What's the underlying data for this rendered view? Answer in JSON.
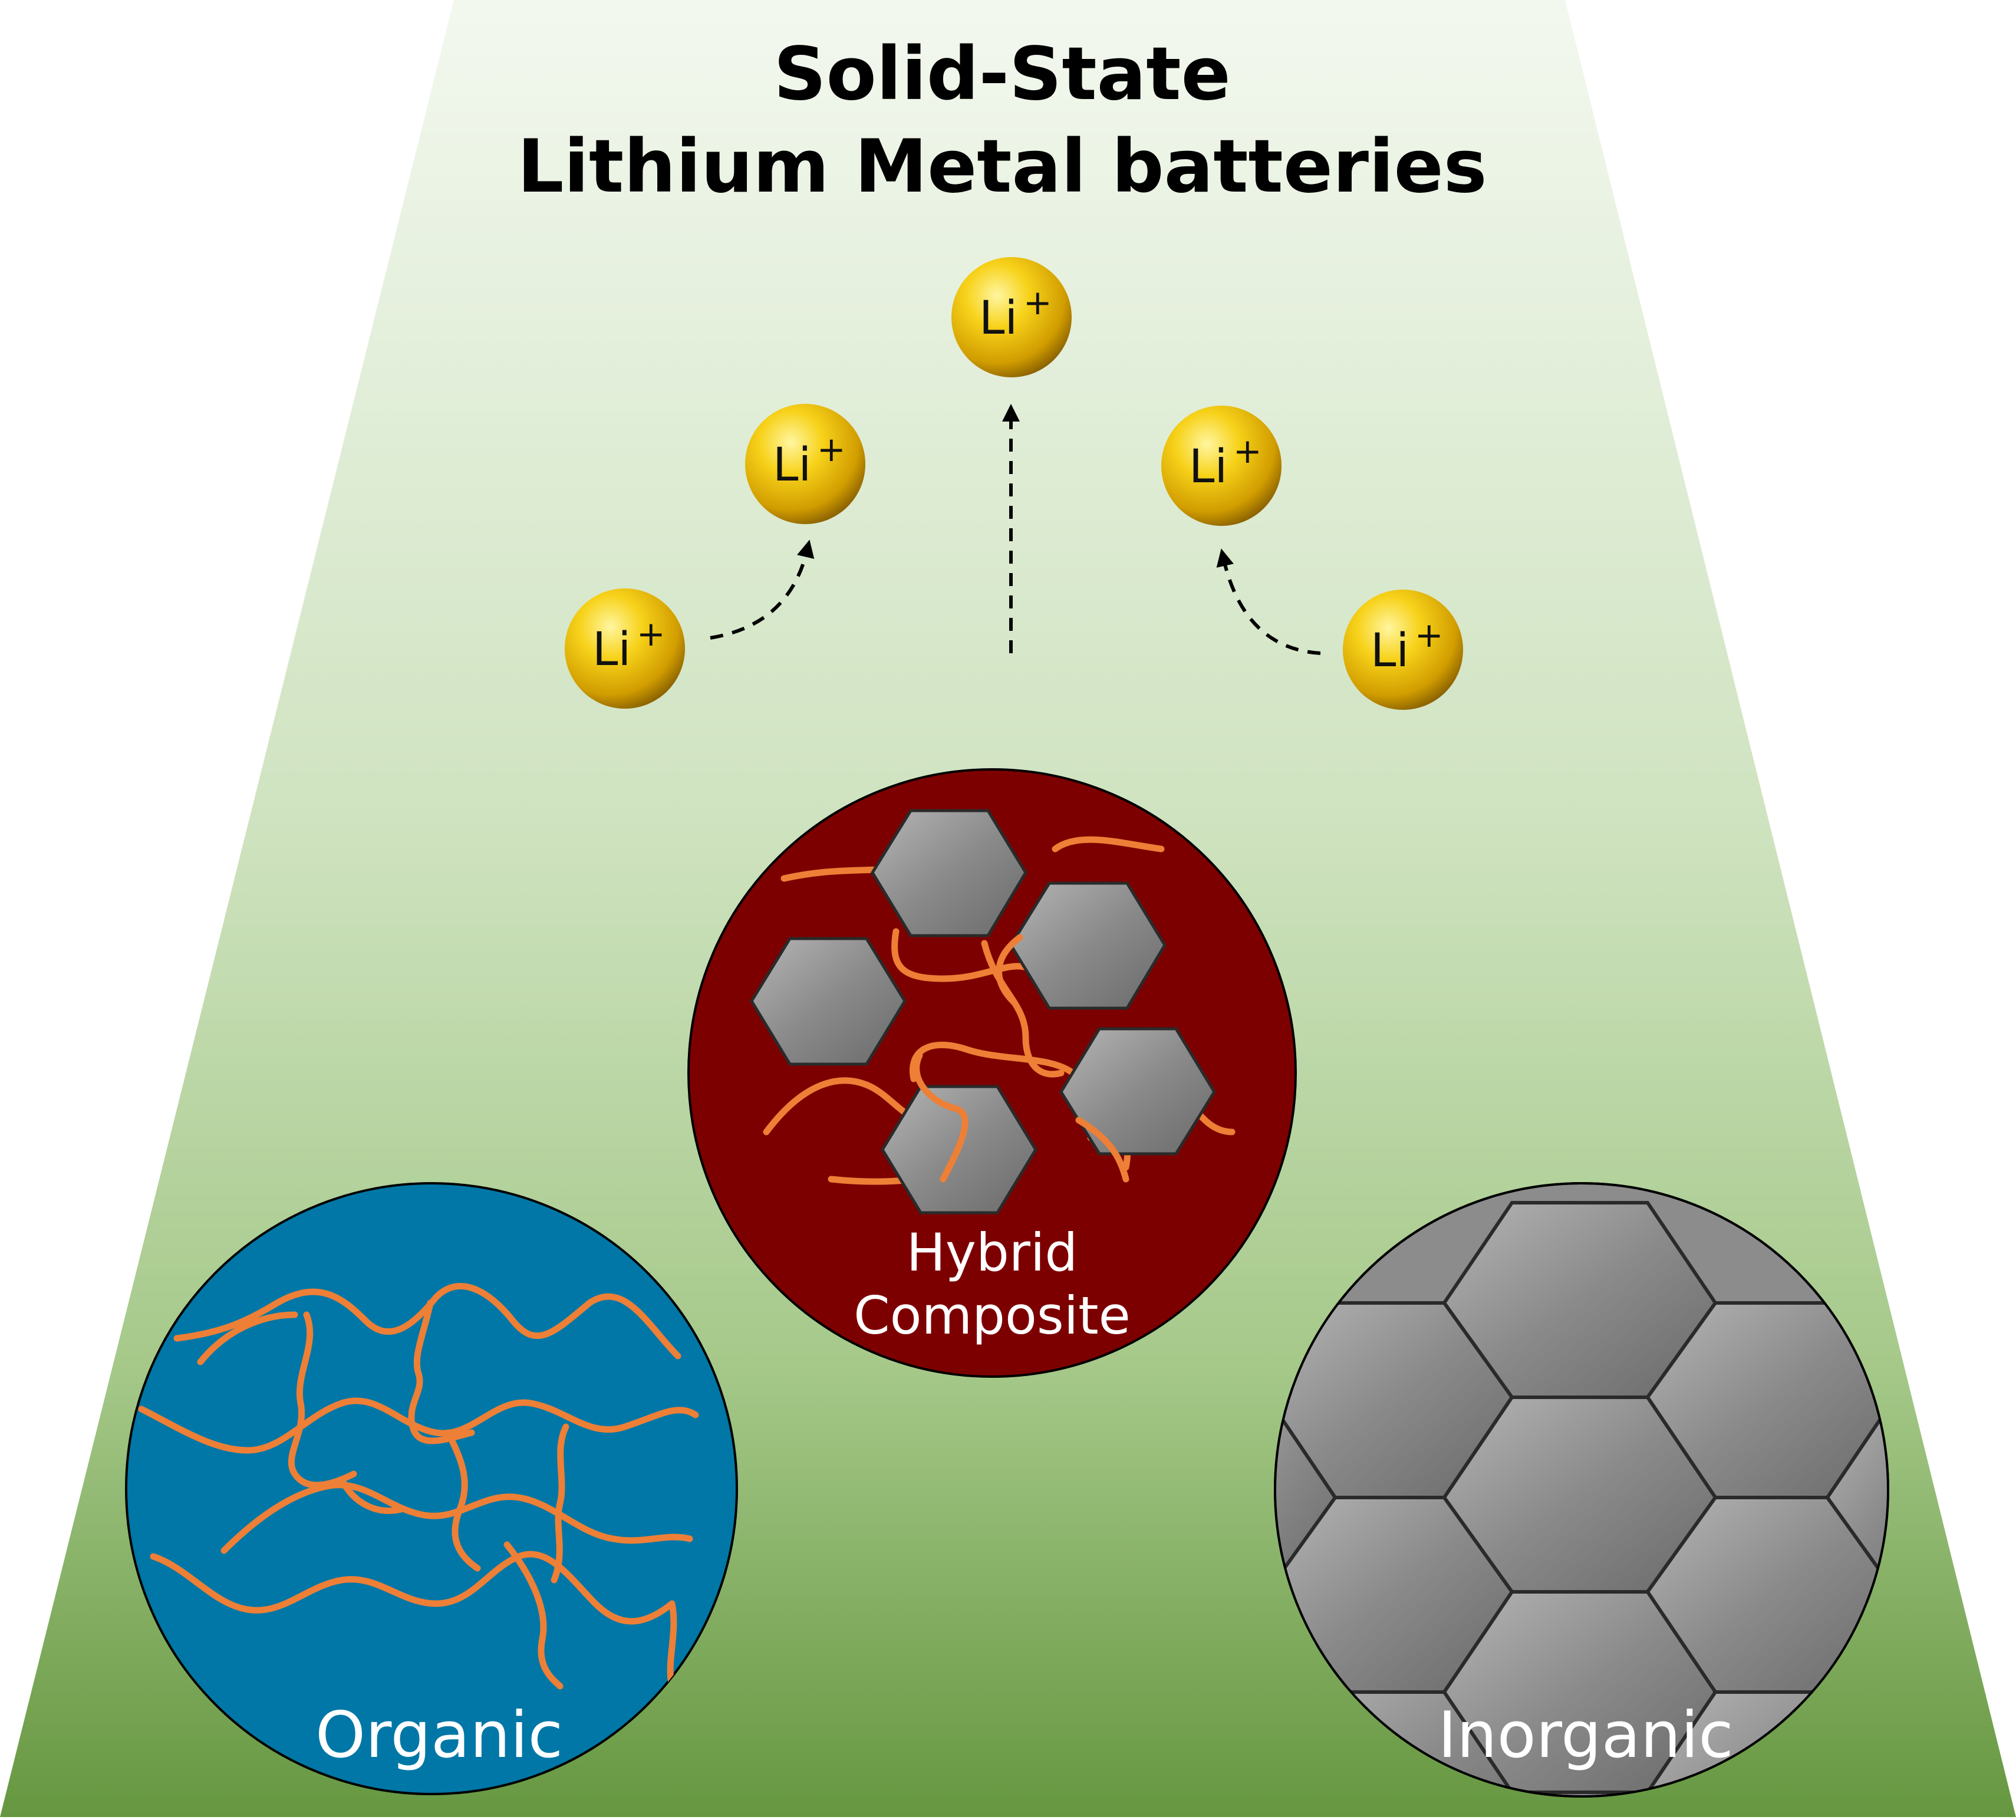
{
  "title": {
    "line1": "Solid-State",
    "line2": "Lithium Metal batteries"
  },
  "ions": [
    {
      "text": "Li",
      "sup": "+"
    },
    {
      "text": "Li",
      "sup": "+"
    },
    {
      "text": "Li",
      "sup": "+"
    },
    {
      "text": "Li",
      "sup": "+"
    },
    {
      "text": "Li",
      "sup": "+"
    }
  ],
  "electrolytes": {
    "organic": {
      "label": "Organic"
    },
    "hybrid": {
      "label_line1": "Hybrid",
      "label_line2": "Composite"
    },
    "inorganic": {
      "label": "Inorganic"
    }
  },
  "colors": {
    "background_top": "#f3f8ef",
    "background_bottom": "#6b9a45",
    "organic_fill": "#0077a6",
    "hybrid_fill": "#7d0000",
    "inorganic_fill": "#8c8c8c",
    "polymer_chain": "#ee7f36",
    "hexagon_fill": "#8a8a8a",
    "ion_gold": "#f2c400"
  }
}
